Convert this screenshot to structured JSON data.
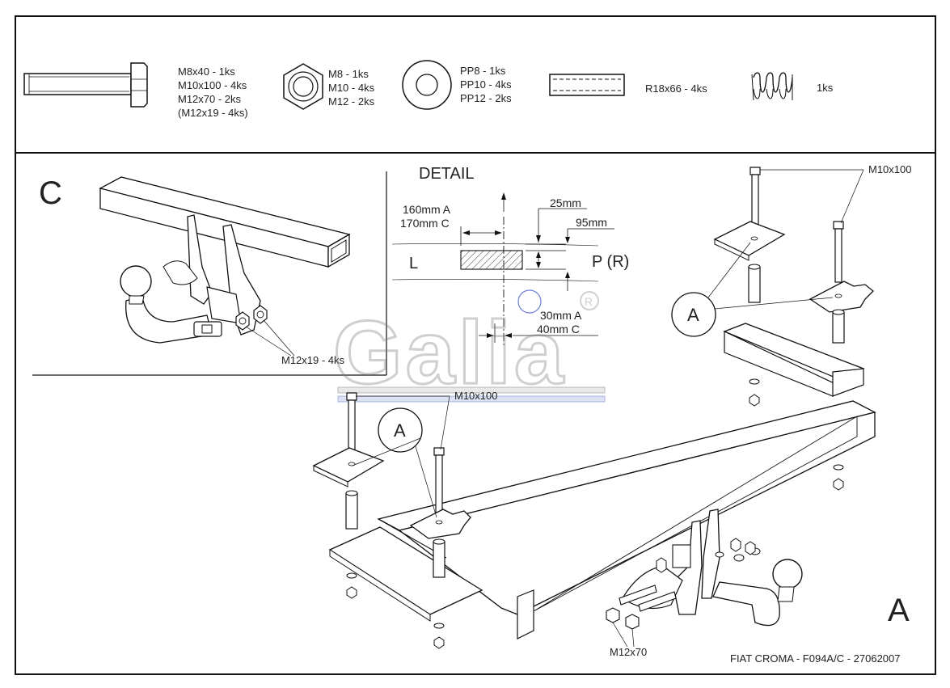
{
  "parts": {
    "bolt": {
      "lines": [
        "M8x40 - 1ks",
        "M10x100 - 4ks",
        "M12x70 - 2ks",
        "(M12x19 - 4ks)"
      ]
    },
    "nut": {
      "lines": [
        "M8 - 1ks",
        "M10 - 4ks",
        "M12 - 2ks"
      ]
    },
    "washer": {
      "lines": [
        "PP8 - 1ks",
        "PP10 - 4ks",
        "PP12 - 2ks"
      ]
    },
    "spacer": {
      "label": "R18x66 - 4ks"
    },
    "spring": {
      "label": "1ks"
    }
  },
  "detail_c": {
    "letter": "C",
    "bolt_label": "M12x19 - 4ks"
  },
  "detail": {
    "title": "DETAIL",
    "dim_a_line1": "160mm A",
    "dim_a_line2": "170mm C",
    "dim_25": "25mm",
    "dim_95": "95mm",
    "left": "L",
    "right": "P (R)",
    "dim_30": "30mm A",
    "dim_40": "40mm C"
  },
  "watermark": {
    "text": "Galia",
    "reg": "R"
  },
  "main": {
    "letter": "A",
    "callout_a": "A",
    "bolt_m10_right": "M10x100",
    "bolt_m10_left": "M10x100",
    "bolt_m12": "M12x70",
    "footer": "FIAT CROMA - F094A/C - 27062007"
  }
}
